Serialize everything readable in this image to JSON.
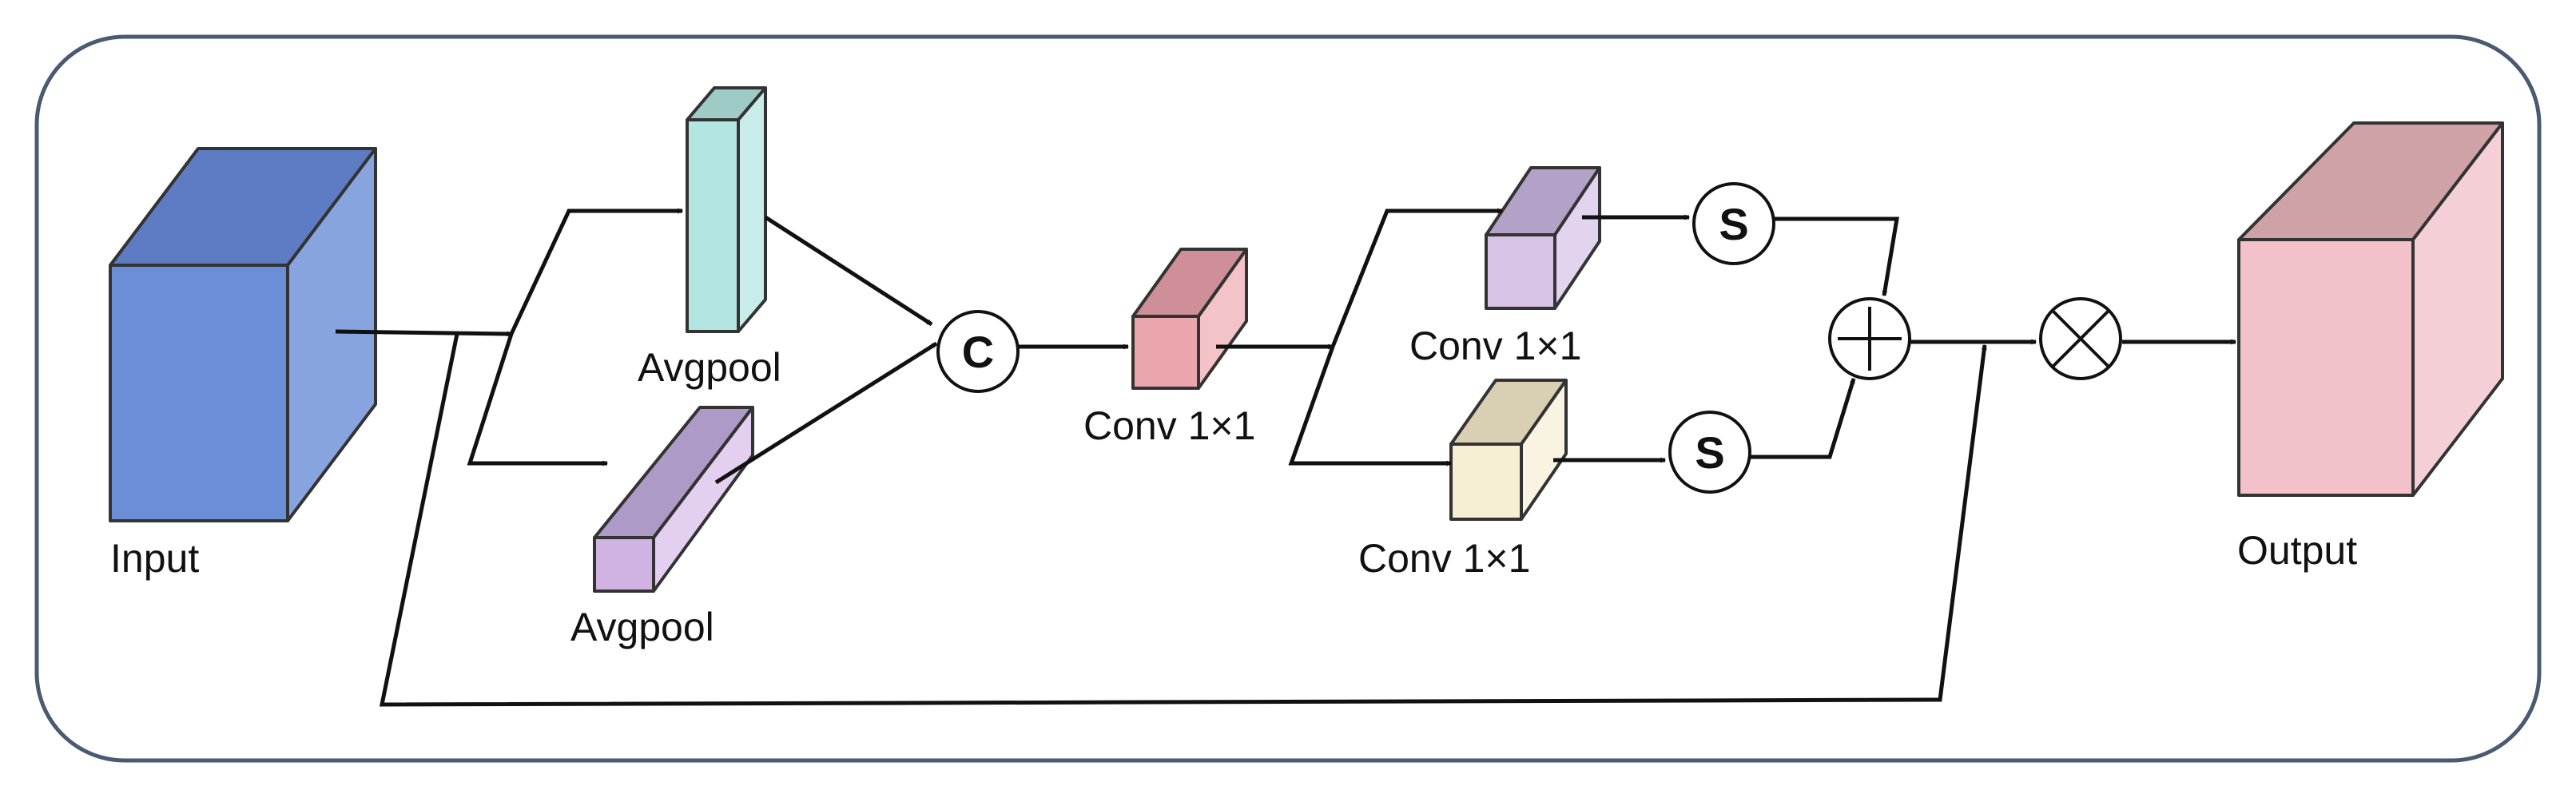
{
  "diagram": {
    "input_label": "Input",
    "output_label": "Output",
    "avgpool_top_label": "Avgpool",
    "avgpool_bottom_label": "Avgpool",
    "conv_center_label": "Conv 1×1",
    "conv_upper_label": "Conv 1×1",
    "conv_lower_label": "Conv 1×1",
    "concat_symbol": "C",
    "sigmoid_upper_symbol": "S",
    "sigmoid_lower_symbol": "S"
  },
  "colors": {
    "frame": "#4a5a70",
    "input": "#6b8fd6",
    "avgpool_top": "#b3e6e2",
    "avgpool_bottom": "#d0b3e3",
    "conv_center": "#eba6ad",
    "conv_upper": "#d6c3e6",
    "conv_lower": "#f7efd4",
    "output": "#f2c1c9"
  }
}
